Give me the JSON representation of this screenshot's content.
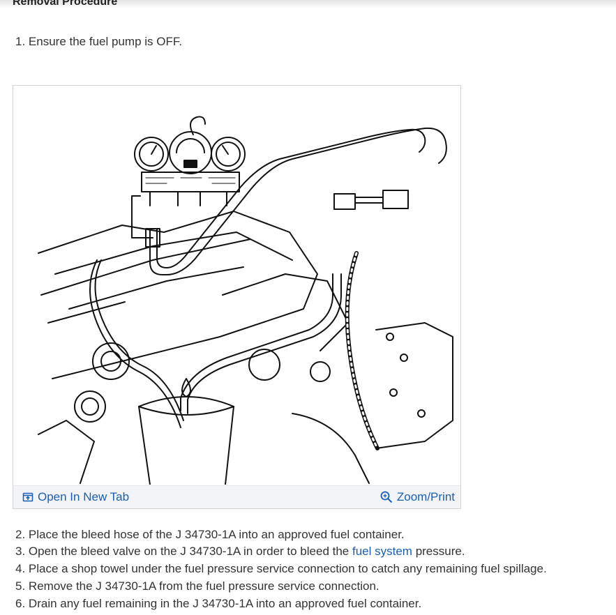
{
  "page": {
    "heading": "Removal Procedure"
  },
  "steps_before": [
    {
      "number": "1.",
      "text": "Ensure the fuel pump is OFF."
    }
  ],
  "figure": {
    "open_label": "Open In New Tab",
    "zoom_label": "Zoom/Print",
    "open_icon": "open-in-new-tab-icon",
    "zoom_icon": "magnifier-icon",
    "accent_color": "#1a5fb4"
  },
  "steps_after": [
    {
      "number": "2.",
      "text": "Place the bleed hose of the J 34730-1A into an approved fuel container."
    },
    {
      "number": "3.",
      "text_before": "Open the bleed valve on the J 34730-1A in order to bleed the ",
      "link": "fuel system",
      "text_after": " pressure."
    },
    {
      "number": "4.",
      "text": "Place a shop towel under the fuel pressure service connection to catch any remaining fuel spillage."
    },
    {
      "number": "5.",
      "text": "Remove the J 34730-1A from the fuel pressure service connection."
    },
    {
      "number": "6.",
      "text": "Drain any fuel remaining in the J 34730-1A into an approved fuel container."
    }
  ]
}
